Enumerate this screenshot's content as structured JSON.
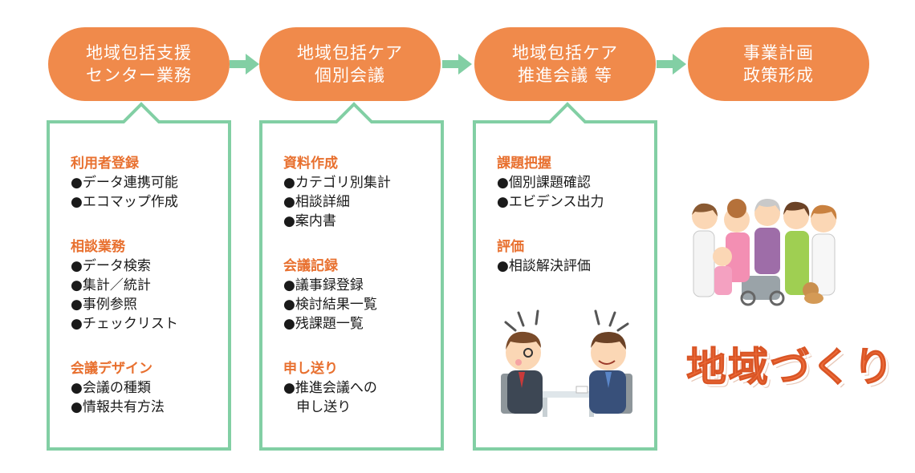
{
  "flow": [
    {
      "lines": [
        "地域包括支援",
        "センター業務"
      ]
    },
    {
      "lines": [
        "地域包括ケア",
        "個別会議"
      ]
    },
    {
      "lines": [
        "地域包括ケア",
        "推進会議 等"
      ]
    },
    {
      "lines": [
        "事業計画",
        "政策形成"
      ]
    }
  ],
  "panels": [
    {
      "sections": [
        {
          "title": "利用者登録",
          "items": [
            "データ連携可能",
            "エコマップ作成"
          ]
        },
        {
          "title": "相談業務",
          "items": [
            "データ検索",
            "集計／統計",
            "事例参照",
            "チェックリスト"
          ]
        },
        {
          "title": "会議デザイン",
          "items": [
            "会議の種類",
            "情報共有方法"
          ]
        }
      ]
    },
    {
      "sections": [
        {
          "title": "資料作成",
          "items": [
            "カテゴリ別集計",
            "相談詳細",
            "案内書"
          ]
        },
        {
          "title": "会議記録",
          "items": [
            "議事録登録",
            "検討結果一覧",
            "残課題一覧"
          ]
        },
        {
          "title": "申し送り",
          "items": [
            "推進会議への",
            "申し送り"
          ]
        }
      ]
    },
    {
      "sections": [
        {
          "title": "課題把握",
          "items": [
            "個別課題確認",
            "エビデンス出力"
          ]
        },
        {
          "title": "評価",
          "items": [
            "相談解決評価"
          ]
        }
      ]
    }
  ],
  "slogan": "地域づくり",
  "colors": {
    "orange": "#f08a4b",
    "green": "#82cfa4",
    "title": "#e8702f"
  }
}
